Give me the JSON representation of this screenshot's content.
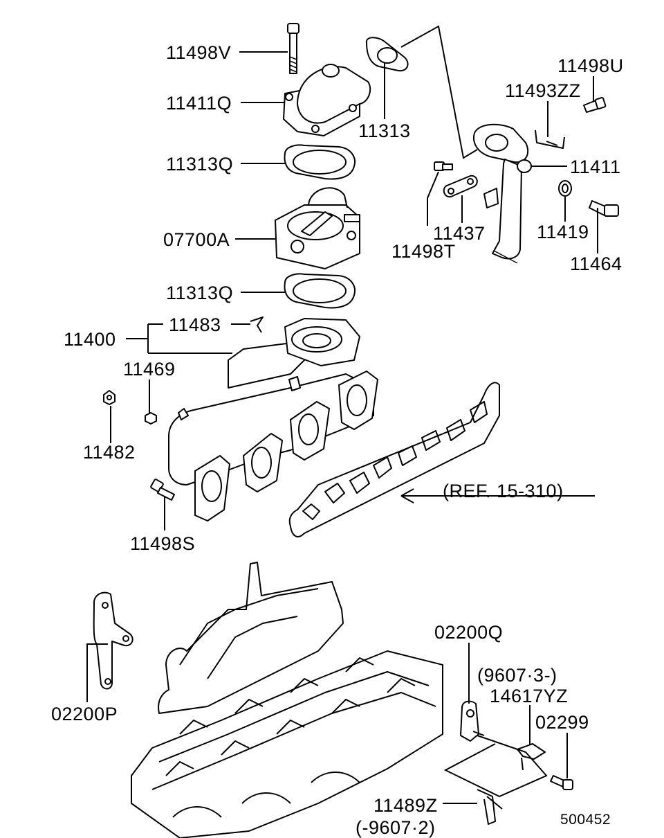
{
  "diagram": {
    "labels": {
      "p11498V": "11498V",
      "p11411Q": "11411Q",
      "p11313": "11313",
      "p11498U": "11498U",
      "p11493ZZ": "11493ZZ",
      "p11313Q_top": "11313Q",
      "p11411": "11411",
      "p07700A": "07700A",
      "p11437": "11437",
      "p11419": "11419",
      "p11498T": "11498T",
      "p11464": "11464",
      "p11313Q_bottom": "11313Q",
      "p11483": "11483",
      "p11400": "11400",
      "p11469": "11469",
      "p11482": "11482",
      "ref": "(REF. 15-310)",
      "p11498S": "11498S",
      "p02200Q": "02200Q",
      "date_from": "(9607·3-)",
      "p14617YZ": "14617YZ",
      "p02299": "02299",
      "p02200P": "02200P",
      "p11489Z": "11489Z",
      "date_to": "(-9607·2)",
      "figure_number": "500452"
    }
  }
}
